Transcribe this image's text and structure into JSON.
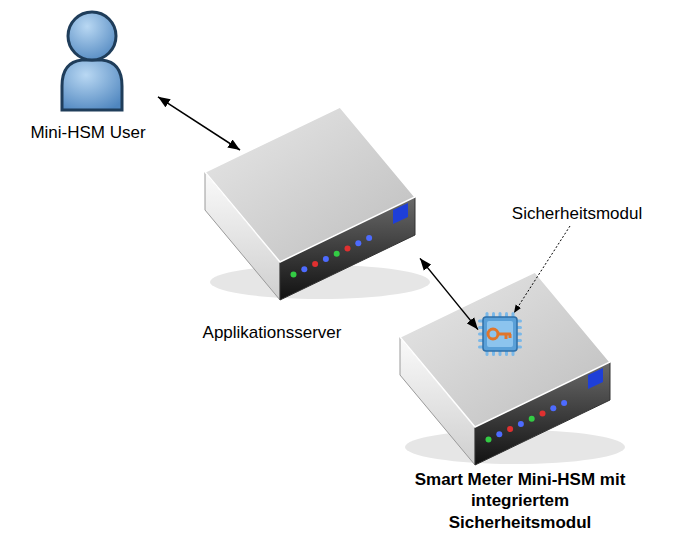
{
  "diagram": {
    "nodes": [
      {
        "text": [
          "Mini-HSM User"
        ]
      },
      {
        "text": [
          "Applikationsserver"
        ]
      },
      {
        "text": [
          "Smart Meter Mini-HSM mit integriertem Sicherheitsmodul"
        ]
      },
      {
        "text": [
          "Sicherheitsmodul"
        ],
        "in": 2
      }
    ],
    "edges": [
      {
        "from": 0,
        "to": 1,
        "arrow": "both"
      },
      {
        "from": 1,
        "to": 3,
        "arrow": "both"
      }
    ]
  }
}
